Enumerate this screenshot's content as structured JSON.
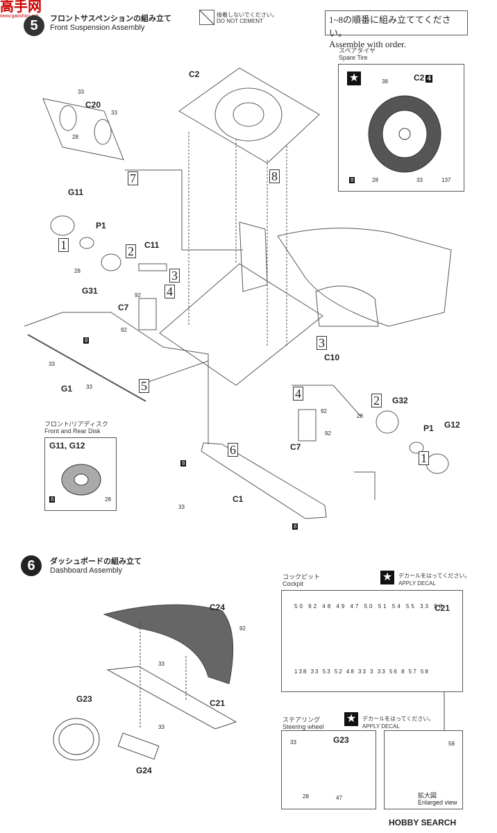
{
  "watermark_top": {
    "text": "高手网",
    "url": "www.gaoshou.net"
  },
  "section5": {
    "title_jp": "フロントサスペンションの組み立て",
    "title_en": "Front Suspension Assembly",
    "warn_jp": "接着しないでください。",
    "warn_en": "DO NOT CEMENT",
    "order_jp": "1~8の順番に組み立ててください。",
    "order_en": "Assemble with order.",
    "spare_jp": "スペアタイヤ",
    "spare_en": "Spare Tire",
    "disk_jp": "フロント/リアディスク",
    "disk_en": "Front and Rear Disk",
    "disk_parts": "G11, G12",
    "labels": [
      "C2",
      "C20",
      "G11",
      "P1",
      "C11",
      "G31",
      "C7",
      "G1",
      "C10",
      "G32",
      "P1",
      "G12",
      "C7",
      "C1"
    ],
    "step_numbers": [
      "1",
      "2",
      "3",
      "4",
      "5",
      "6",
      "7",
      "8"
    ]
  },
  "section6": {
    "number": "6",
    "title_jp": "ダッシュボードの組み立て",
    "title_en": "Dashboard Assembly",
    "cockpit_jp": "コックピット",
    "cockpit_en": "Cockpit",
    "decal_jp": "デカールをはってください。",
    "decal_en": "APPLY DECAL",
    "steering_jp": "ステアリング",
    "steering_en": "Steering wheel",
    "enlarged_jp": "拡大図",
    "enlarged_en": "Enlarged view",
    "labels": [
      "C24",
      "C21",
      "G23",
      "G24",
      "C21",
      "G23"
    ],
    "cockpit_top_nums": [
      "48",
      "49",
      "47",
      "50",
      "51",
      "54",
      "55",
      "33",
      "58"
    ],
    "cockpit_bottom_nums": [
      "138",
      "33",
      "52",
      "53",
      "48",
      "33",
      "3",
      "33",
      "56",
      "8",
      "57",
      "58"
    ]
  },
  "watermark_bottom": "HOBBY SEARCH"
}
